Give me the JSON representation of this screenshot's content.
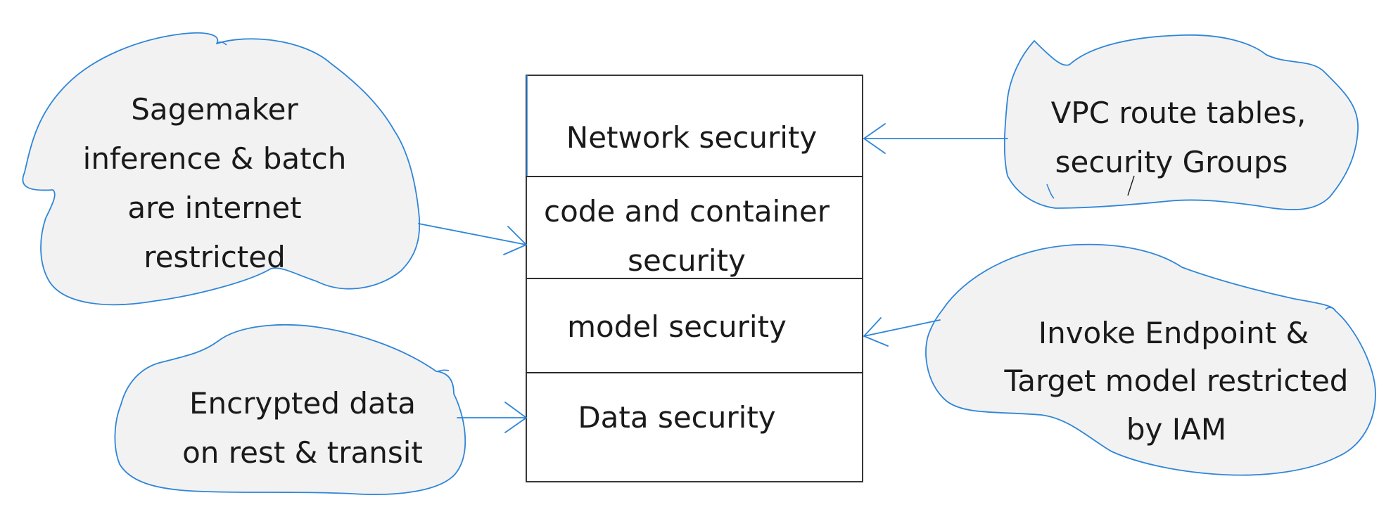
{
  "layers": [
    {
      "id": "network",
      "label": "Network security"
    },
    {
      "id": "code",
      "line1": "code and container",
      "line2": "security"
    },
    {
      "id": "model",
      "label": "model security"
    },
    {
      "id": "data",
      "label": "Data security"
    }
  ],
  "clouds": {
    "sagemaker": [
      "Sagemaker",
      "inference & batch",
      "are internet",
      "restricted"
    ],
    "encrypted": [
      "Encrypted data",
      "on rest & transit"
    ],
    "vpc": [
      "VPC route tables,",
      "security Groups"
    ],
    "invoke": [
      "Invoke Endpoint &",
      "Target model restricted",
      "by IAM"
    ]
  },
  "colors": {
    "cloud_fill": "#f2f2f2",
    "cloud_stroke": "#2f86d8",
    "arrow": "#2f86d8",
    "box_stroke": "#222222",
    "text": "#1a1a1a"
  }
}
